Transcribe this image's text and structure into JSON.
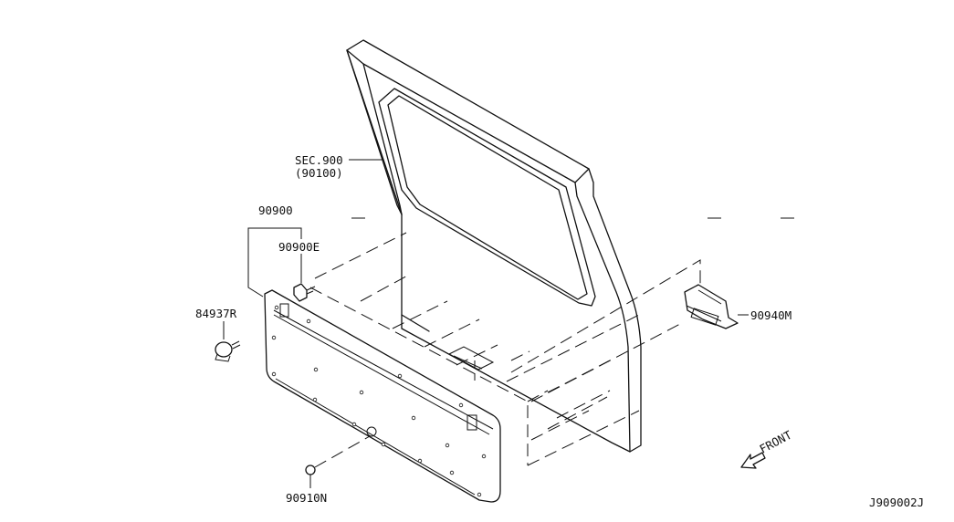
{
  "parts": {
    "sec900_line1": "SEC.900",
    "sec900_line2": "(90100)",
    "p90900": "90900",
    "p90900e": "90900E",
    "p84937r": "84937R",
    "p90940m": "90940M",
    "p90910n": "90910N"
  },
  "front_label": "FRONT",
  "diagram_code": "J909002J"
}
